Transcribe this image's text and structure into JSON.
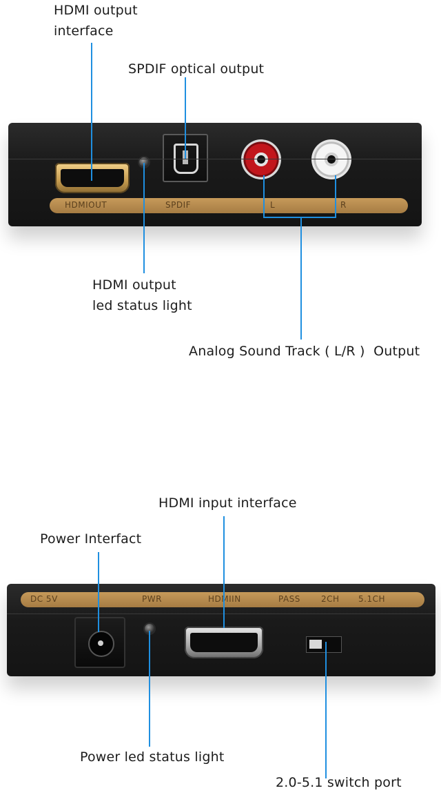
{
  "front": {
    "callouts": {
      "hdmi_output_line1": "HDMI output",
      "hdmi_output_line2": "interface",
      "spdif": "SPDIF optical output",
      "led_line1": "HDMI output",
      "led_line2": "led status light",
      "analog": "Analog Sound Track ( L/R )  Output"
    },
    "strip": {
      "hdmi_out": "HDMIOUT",
      "spdif": "SPDIF",
      "left": "L",
      "right": "R"
    }
  },
  "back": {
    "callouts": {
      "hdmi_input": "HDMI input interface",
      "power": "Power Interfact",
      "power_led": "Power led status light",
      "switch": "2.0-5.1 switch port"
    },
    "strip": {
      "dc": "DC 5V",
      "pwr": "PWR",
      "hdmi_in": "HDMIIN",
      "pass": "PASS",
      "ch2": "2CH",
      "ch51": "5.1CH"
    }
  },
  "colors": {
    "callout_line": "#1f8fe0",
    "device_body": "#1a1a1a",
    "label_strip": "#b48a4e"
  }
}
